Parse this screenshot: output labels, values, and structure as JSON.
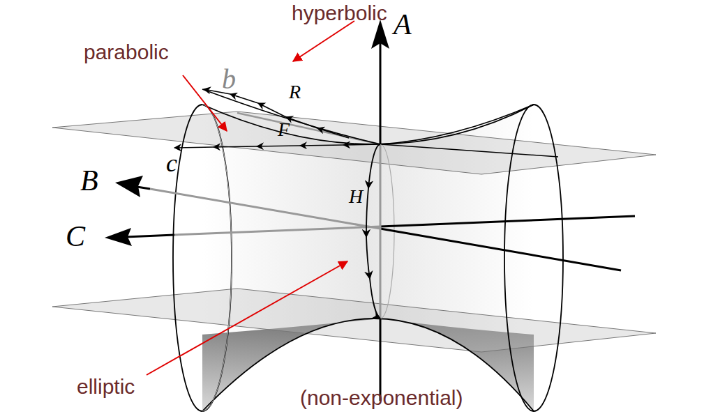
{
  "diagram": {
    "labels": [
      "hyperbolic",
      "parabolic",
      "A",
      "b",
      "R",
      "F",
      "c",
      "B",
      "H",
      "C",
      "elliptic",
      "(non-exponential)"
    ]
  }
}
